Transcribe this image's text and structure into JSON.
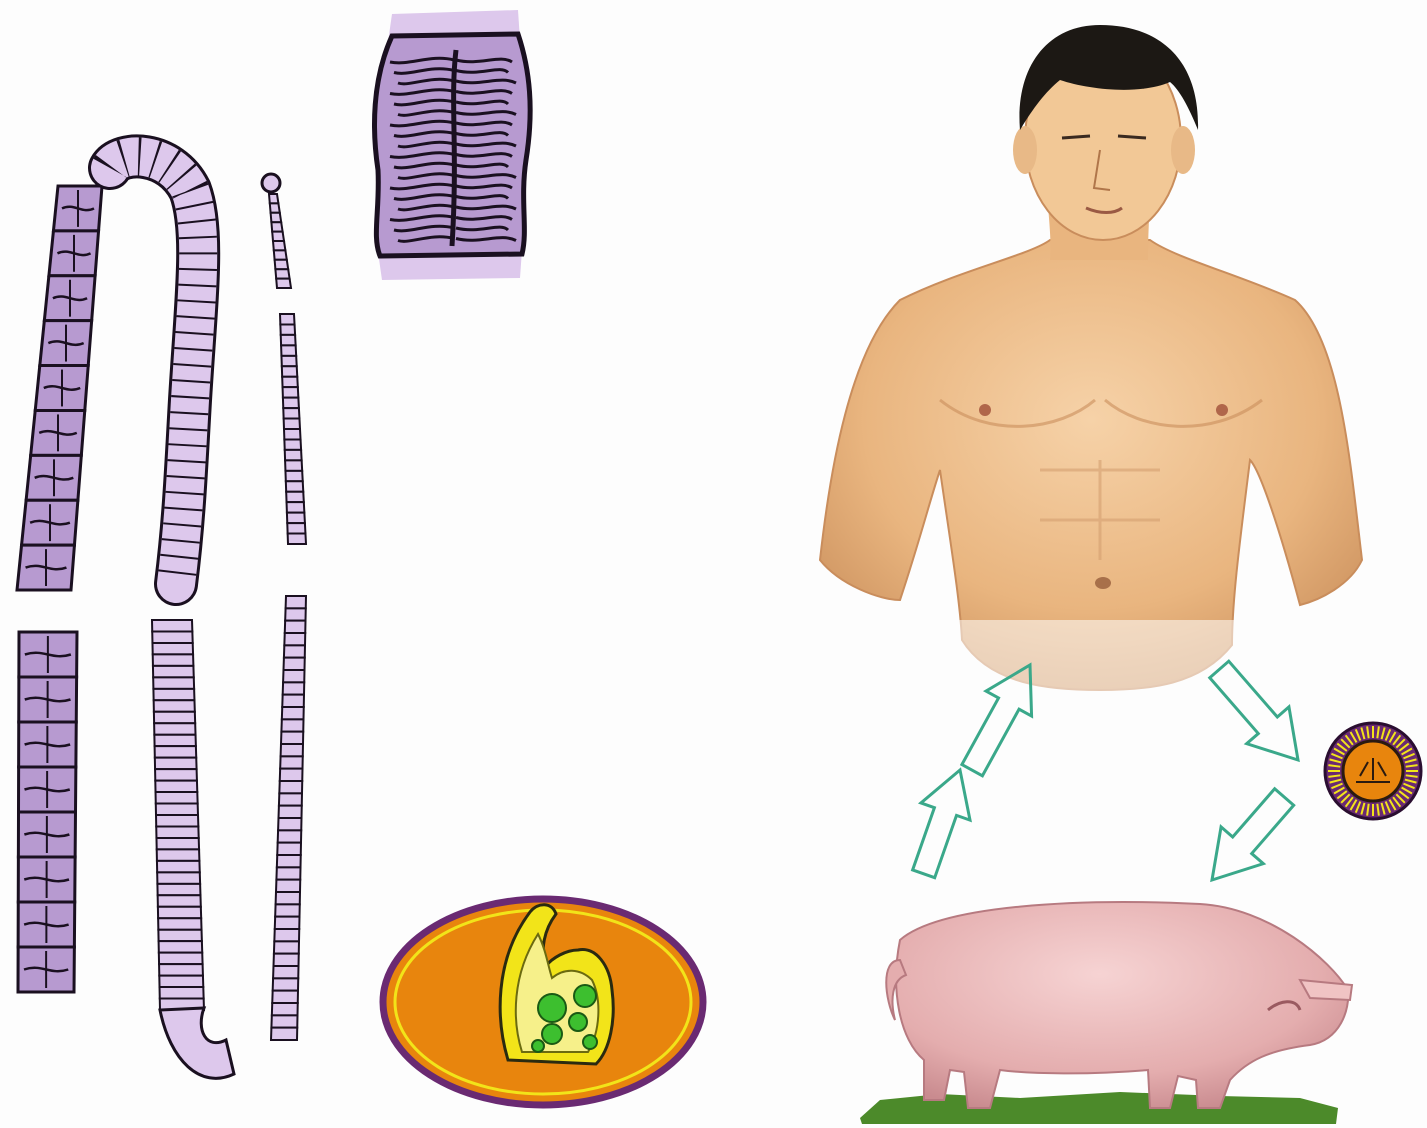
{
  "figure": {
    "colors": {
      "background": "#fdfdfd",
      "segment_fill": "#b79ad0",
      "segment_light": "#ddc8ec",
      "segment_outline": "#1a1020",
      "skin": "#efc08f",
      "skin_shadow": "#c98d5c",
      "hair": "#1c1814",
      "pig": "#eab9b9",
      "pig_shadow": "#c98b8f",
      "grass": "#4c8a2a",
      "arrow": "#3aa88a",
      "cyst_orange": "#e8850d",
      "cyst_purple": "#6a2a72",
      "cyst_yellow": "#f2e419",
      "scolex_green": "#3dbf2f"
    },
    "parts": [
      {
        "name": "proglottid-chain-mature",
        "icon": "segmented-strip"
      },
      {
        "name": "proglottid-chain-immature",
        "icon": "segmented-strip"
      },
      {
        "name": "scolex-and-neck",
        "icon": "thin-segmented-strip"
      },
      {
        "name": "gravid-proglottid",
        "icon": "branched-uterus"
      },
      {
        "name": "cysticercus",
        "icon": "invaginated-scolex-cyst"
      },
      {
        "name": "egg",
        "icon": "striated-egg"
      },
      {
        "name": "human-host",
        "icon": "human-torso"
      },
      {
        "name": "pig-host",
        "icon": "pig"
      }
    ],
    "cycle_arrows": [
      {
        "name": "arrow-human-to-egg"
      },
      {
        "name": "arrow-egg-to-pig"
      },
      {
        "name": "arrow-pig-to-human-lower"
      },
      {
        "name": "arrow-pig-to-human-upper"
      }
    ]
  }
}
